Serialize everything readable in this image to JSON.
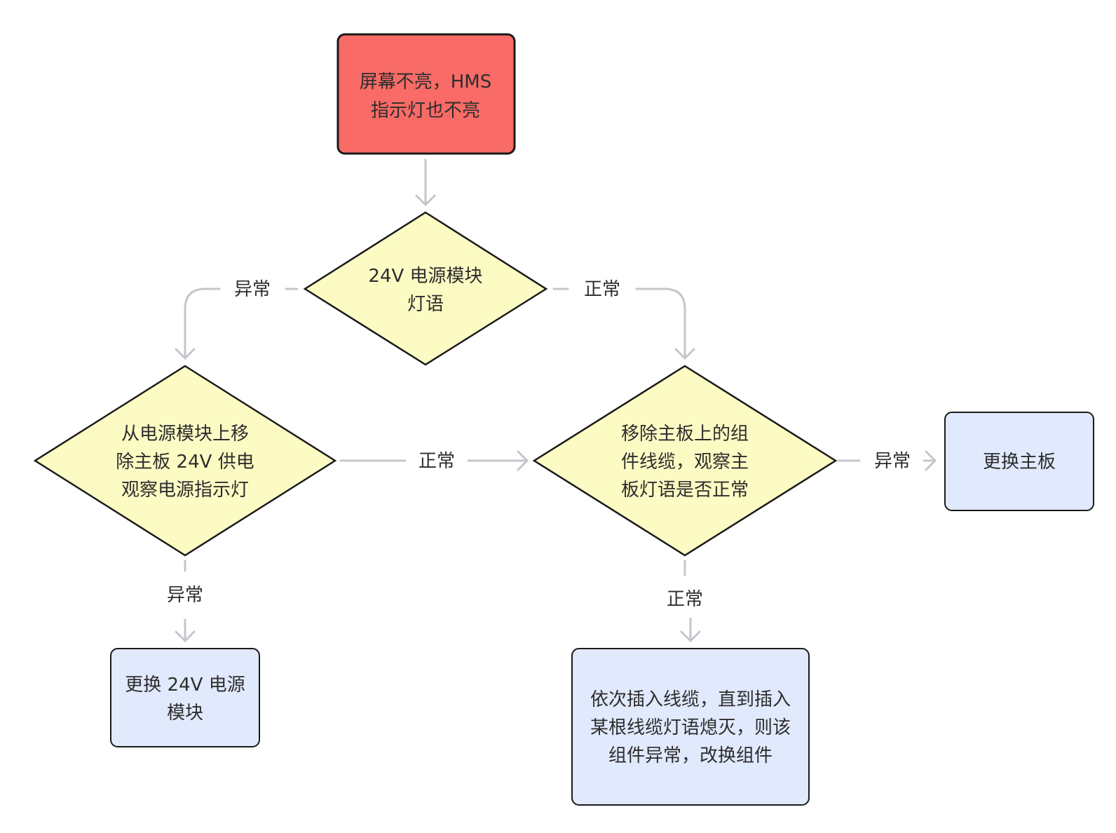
{
  "nodes": {
    "start": {
      "lines": [
        "屏幕不亮，HMS",
        "指示灯也不亮"
      ]
    },
    "check_psu_led": {
      "lines": [
        "24V 电源模块",
        "灯语"
      ]
    },
    "remove_mainboard_power": {
      "lines": [
        "从电源模块上移",
        "除主板 24V 供电",
        "观察电源指示灯"
      ]
    },
    "remove_cables": {
      "lines": [
        "移除主板上的组",
        "件线缆，观察主",
        "板灯语是否正常"
      ]
    },
    "replace_mainboard": {
      "lines": [
        "更换主板"
      ]
    },
    "replace_psu": {
      "lines": [
        "更换 24V 电源",
        "模块"
      ]
    },
    "reinsert_cables": {
      "lines": [
        "依次插入线缆，直到插入",
        "某根线缆灯语熄灭，则该",
        "组件异常，改换组件"
      ]
    }
  },
  "edge_labels": {
    "psu_abnormal": "异常",
    "psu_normal": "正常",
    "remove_power_normal": "正常",
    "remove_power_abnormal": "异常",
    "cables_abnormal": "异常",
    "cables_normal": "正常"
  },
  "colors": {
    "start_fill": "#f86b66",
    "decision_fill": "#fdfbc4",
    "action_fill": "#e1e9fd",
    "stroke": "#1a1a1a",
    "edge": "#c4c6cc"
  }
}
